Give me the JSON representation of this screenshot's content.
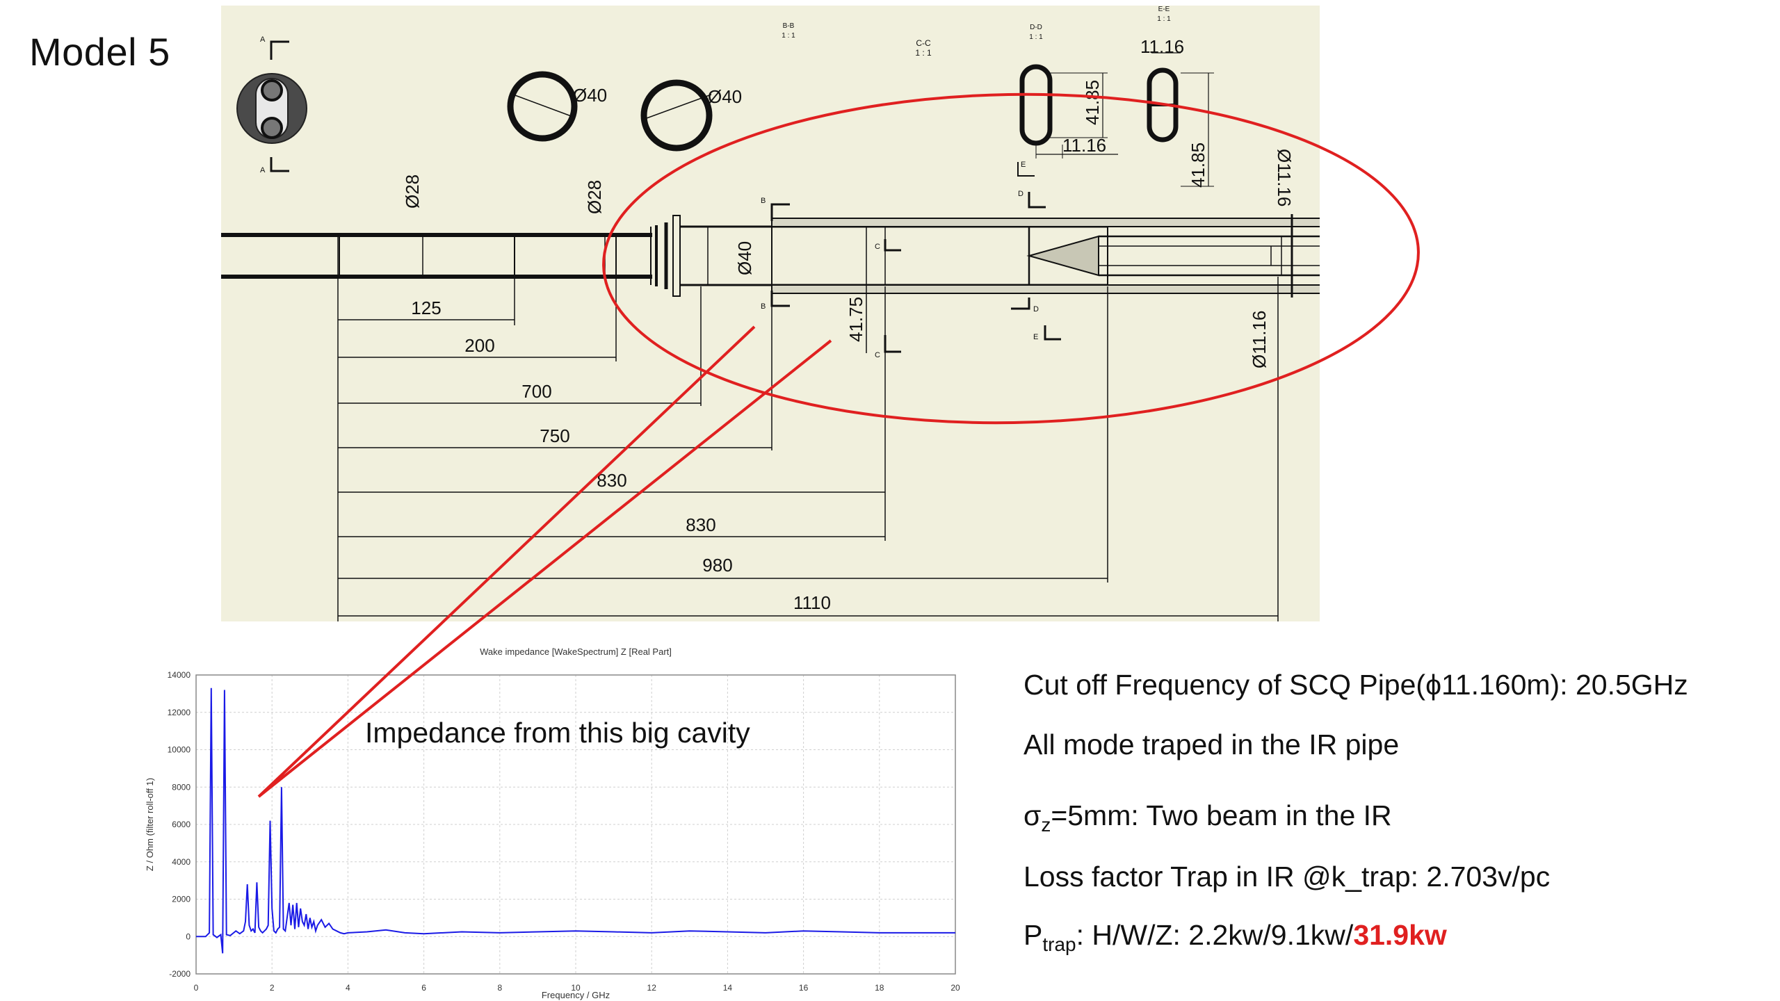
{
  "slide": {
    "title": "Model 5"
  },
  "drawing": {
    "sections": [
      {
        "id": "B-B",
        "scale": "1 : 1",
        "diameter": "Ø40"
      },
      {
        "id": "C-C",
        "scale": "1 : 1",
        "diameter": "Ø40"
      },
      {
        "id": "D-D",
        "scale": "1 : 1",
        "width": "11.16",
        "height": "41.85"
      },
      {
        "id": "E-E",
        "scale": "1 : 1",
        "width": "11.16",
        "height": "41.85"
      }
    ],
    "section_letters": [
      "A",
      "A",
      "B",
      "B",
      "C",
      "C",
      "D",
      "D",
      "E",
      "E"
    ],
    "diameters": {
      "pipe_left": "Ø28",
      "pipe_mid": "Ø28",
      "cavity": "Ø40",
      "cavity_height": "41.75",
      "outlet_top": "Ø11.16",
      "outlet_bottom": "Ø11.16"
    },
    "dimensions": [
      "125",
      "200",
      "700",
      "750",
      "830",
      "830",
      "980",
      "1110"
    ]
  },
  "annotation": {
    "text": "Impedance from this big cavity"
  },
  "info": {
    "cutoff": "Cut off Frequency of SCQ Pipe(ϕ11.160m): 20.5GHz",
    "trapped": "All mode traped in the IR pipe",
    "sigma_symbol": "σ",
    "sigma_sub": "z",
    "sigma_rest": "=5mm: Two beam in the IR",
    "loss": "Loss factor Trap in IR @k_trap: 2.703v/pc",
    "ptrap_symbol": "P",
    "ptrap_sub": "trap",
    "ptrap_rest": ": H/W/Z: 2.2kw/9.1kw/",
    "ptrap_highlight": "31.9kw"
  },
  "chart_data": {
    "type": "line",
    "title": "Wake impedance [WakeSpectrum] Z [Real Part]",
    "xlabel": "Frequency / GHz",
    "ylabel": "Z / Ohm (filter roll-off 1)",
    "xlim": [
      0,
      20
    ],
    "ylim": [
      -2000,
      14000
    ],
    "xticks": [
      0,
      2,
      4,
      6,
      8,
      10,
      12,
      14,
      16,
      18,
      20
    ],
    "yticks": [
      -2000,
      0,
      2000,
      4000,
      6000,
      8000,
      10000,
      12000,
      14000
    ],
    "grid": true,
    "color": "#1a1ae6",
    "series": [
      {
        "x": [
          0,
          0.25,
          0.35,
          0.4,
          0.45,
          0.55,
          0.65,
          0.7,
          0.75,
          0.8,
          0.9,
          1.05,
          1.15,
          1.25,
          1.3,
          1.35,
          1.4,
          1.45,
          1.5,
          1.55,
          1.6,
          1.65,
          1.7,
          1.75,
          1.85,
          1.9,
          1.95,
          2.0,
          2.05,
          2.1,
          2.15,
          2.2,
          2.25,
          2.3,
          2.35,
          2.45,
          2.5,
          2.55,
          2.6,
          2.65,
          2.7,
          2.75,
          2.8,
          2.85,
          2.9,
          2.95,
          3.0,
          3.05,
          3.1,
          3.15,
          3.2,
          3.3,
          3.4,
          3.5,
          3.6,
          3.7,
          3.8,
          3.9,
          4.0,
          4.5,
          5.0,
          5.5,
          6.0,
          7.0,
          8.0,
          9.0,
          10.0,
          11.0,
          12.0,
          13.0,
          14.0,
          15.0,
          16.0,
          17.0,
          18.0,
          19.0,
          20.0
        ],
        "values": [
          0,
          0,
          200,
          13300,
          100,
          -50,
          100,
          -900,
          13200,
          100,
          50,
          300,
          150,
          300,
          800,
          2800,
          600,
          300,
          400,
          200,
          2900,
          500,
          300,
          200,
          400,
          600,
          6200,
          1500,
          300,
          200,
          400,
          500,
          8000,
          400,
          300,
          1800,
          600,
          1700,
          400,
          1800,
          500,
          1500,
          800,
          600,
          1200,
          400,
          1000,
          500,
          800,
          300,
          600,
          900,
          500,
          700,
          400,
          300,
          200,
          150,
          200,
          250,
          350,
          200,
          150,
          250,
          200,
          250,
          300,
          250,
          200,
          300,
          250,
          200,
          300,
          250,
          200,
          200,
          200
        ]
      }
    ]
  }
}
